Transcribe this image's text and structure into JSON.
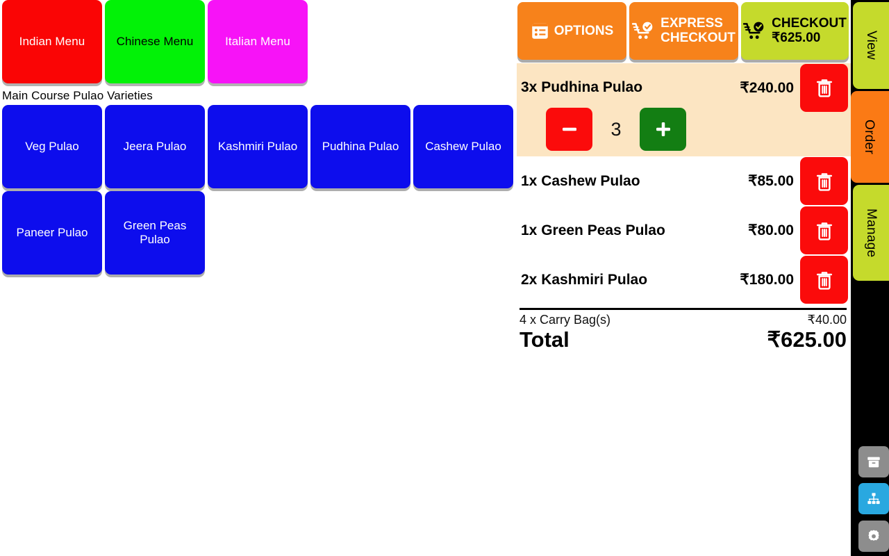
{
  "categories": [
    {
      "label": "Indian Menu",
      "bg": "#fa0505",
      "fg": "#ffffff"
    },
    {
      "label": "Chinese Menu",
      "bg": "#02f207",
      "fg": "#000000"
    },
    {
      "label": "Italian Menu",
      "bg": "#f713f7",
      "fg": "#ffffff"
    }
  ],
  "section": {
    "label": "Main Course Pulao Varieties"
  },
  "products": [
    {
      "label": "Veg Pulao"
    },
    {
      "label": "Jeera Pulao"
    },
    {
      "label": "Kashmiri Pulao"
    },
    {
      "label": "Pudhina Pulao"
    },
    {
      "label": "Cashew Pulao"
    },
    {
      "label": "Paneer Pulao"
    },
    {
      "label": "Green Peas Pulao"
    }
  ],
  "actions": {
    "options_label": "OPTIONS",
    "express_line1": "EXPRESS",
    "express_line2": "CHECKOUT",
    "checkout_line1": "CHECKOUT",
    "checkout_line2": "₹625.00"
  },
  "cart": {
    "items": [
      {
        "name": "3x Pudhina Pulao",
        "price": "₹240.00",
        "selected": true,
        "qty": "3"
      },
      {
        "name": "1x Cashew Pulao",
        "price": "₹85.00",
        "selected": false,
        "qty": "1"
      },
      {
        "name": "1x Green Peas Pulao",
        "price": "₹80.00",
        "selected": false,
        "qty": "1"
      },
      {
        "name": "2x Kashmiri Pulao",
        "price": "₹180.00",
        "selected": false,
        "qty": "2"
      }
    ],
    "bag_label": "4 x Carry Bag(s)",
    "bag_amount": "₹40.00",
    "total_label": "Total",
    "total_amount": "₹625.00"
  },
  "sidebar": {
    "tabs": [
      {
        "label": "View",
        "active": false
      },
      {
        "label": "Order",
        "active": true
      },
      {
        "label": "Manage",
        "active": false
      }
    ],
    "buttons": [
      {
        "icon": "archive-icon",
        "active": false
      },
      {
        "icon": "sitemap-icon",
        "active": true
      },
      {
        "icon": "gear-icon",
        "active": false
      }
    ]
  },
  "colors": {
    "orange": "#f7821b",
    "lime": "#c5da2c",
    "blue": "#0d0ded",
    "red": "#fb0b0b",
    "green": "#137e13",
    "highlight": "#fce5c2"
  }
}
